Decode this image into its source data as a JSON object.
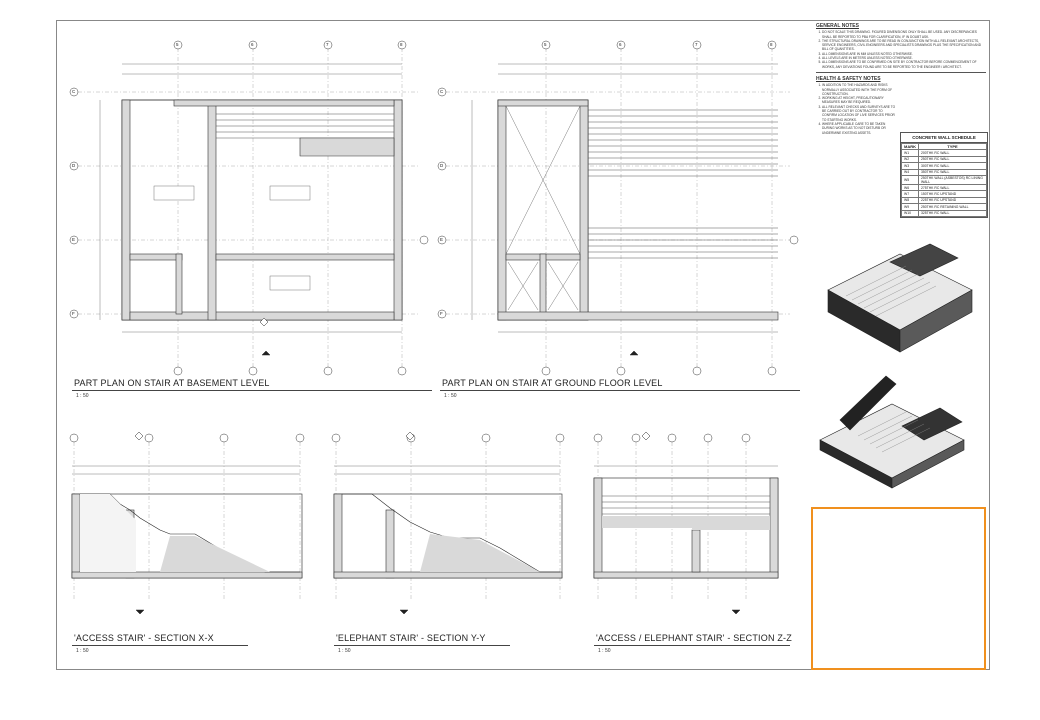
{
  "drawings": {
    "plan_basement_title": "PART PLAN ON STAIR AT BASEMENT LEVEL",
    "plan_ground_title": "PART PLAN ON STAIR AT GROUND FLOOR LEVEL",
    "section_xx_title": "'ACCESS STAIR' - SECTION X-X",
    "section_yy_title": "'ELEPHANT STAIR' - SECTION Y-Y",
    "section_zz_title": "'ACCESS / ELEPHANT STAIR' - SECTION Z-Z",
    "scale": "1 : 50"
  },
  "grid": {
    "cols_left": [
      "5",
      "6",
      "7",
      "8"
    ],
    "cols_right": [
      "5",
      "6",
      "7",
      "8"
    ],
    "rows": [
      "C",
      "D",
      "E",
      "F"
    ]
  },
  "general_notes": {
    "heading": "GENERAL NOTES",
    "items": [
      "DO NOT SCALE THIS DRAWING. FIGURED DIMENSIONS ONLY SHALL BE USED. ANY DISCREPANCIES SHALL BE REPORTED TO PBA FOR CLARIFICATION, IF IN DOUBT ASK.",
      "THE STRUCTURAL DRAWINGS ARE TO BE READ IN CONJUNCTION WITH ALL RELEVANT ARCHITECTS, SERVICE ENGINEERS, CIVIL ENGINEERS AND SPECIALISTS DRAWINGS PLUS THE SPECIFICATION AND BILL OF QUANTITIES.",
      "ALL DIMENSIONS ARE IN MM UNLESS NOTED OTHERWISE.",
      "ALL LEVELS ARE IN METERS UNLESS NOTED OTHERWISE.",
      "ALL DIMENSIONS ARE TO BE CONFIRMED ON SITE BY CONTRACTOR BEFORE COMMENCEMENT OF WORKS, ANY DEVIATIONS FOUND ARE TO BE REPORTED TO THE ENGINEER / ARCHITECT."
    ]
  },
  "health_safety_notes": {
    "heading": "HEALTH & SAFETY NOTES",
    "items": [
      "IN ADDITION TO THE HAZARDS AND RISKS NORMALLY ASSOCIATED WITH THE FORM OF CONSTRUCTION.",
      "WORKING AT HEIGHT, PRECAUTIONARY MEASURES MAY BE REQUIRED.",
      "ALL RELEVANT CHECKS AND SURVEYS ARE TO BE CARRIED OUT BY CONTRACTOR TO CONFIRM LOCATION OF LIVE SERVICES PRIOR TO STARTING WORKS.",
      "WHERE APPLICABLE CARE TO BE TAKEN DURING WORKS AS TO NOT DISTURB OR UNDERMINE EXISTING ASSETS."
    ]
  },
  "wall_schedule": {
    "title": "CONCRETE WALL SCHEDULE",
    "headers": [
      "MARK",
      "TYPE"
    ],
    "rows": [
      [
        "W1",
        "200THK RC WALL"
      ],
      [
        "W2",
        "250THK RC WALL"
      ],
      [
        "W3",
        "300THK RC WALL"
      ],
      [
        "W4",
        "350THK RC WALL"
      ],
      [
        "W5",
        "250THK WALL (ASBESTOS) RC LINING WALL"
      ],
      [
        "W6",
        "275THK RC WALL"
      ],
      [
        "W7",
        "150THK RC UPSTAND"
      ],
      [
        "W8",
        "225THK RC UPSTAND"
      ],
      [
        "W9",
        "250THK RC RETAINING WALL"
      ],
      [
        "W10",
        "325THK RC WALL"
      ]
    ]
  },
  "accent_color": "#f0901e"
}
